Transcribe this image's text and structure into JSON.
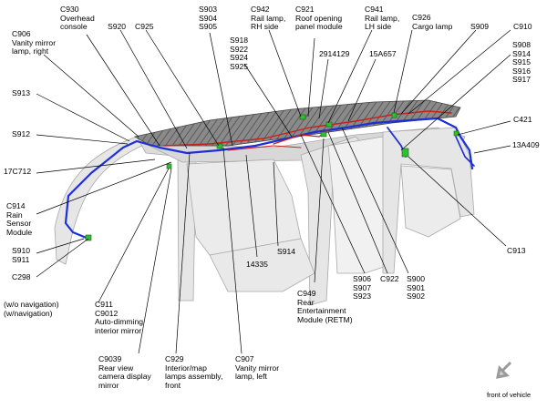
{
  "labels": {
    "c930": "C930\nOverhead\nconsole",
    "s920": "S920",
    "c925": "C925",
    "s903": "S903\nS904\nS905",
    "c942": "C942\nRail lamp,\nRH side",
    "c921": "C921\nRoof opening\npanel module",
    "c941": "C941\nRail lamp,\nLH side",
    "c926": "C926\nCargo lamp",
    "s909": "S909",
    "c910": "C910",
    "c906": "C906\nVanity mirror\nlamp, right",
    "s918": "S918\nS922\nS924\nS925",
    "p2914129": "2914129",
    "p15a657": "15A657",
    "s908": "S908\nS914\nS915\nS916\nS917",
    "s913": "S913",
    "s912": "S912",
    "c421": "C421",
    "p17c712": "17C712",
    "p13a409": "13A409",
    "c914": "C914\nRain\nSensor\nModule",
    "s910": "S910\nS911",
    "c298": "C298",
    "s914": "S914",
    "p14335": "14335",
    "c913": "C913",
    "s906": "S906\nS907\nS923",
    "c922": "C922",
    "s900": "S900\nS901\nS902",
    "c949": "C949\nRear\nEntertainment\nModule (RETM)",
    "nav": "(w/o navigation)\n(w/navigation)",
    "c911": "C911\nC9012\nAuto-dimming\ninterior mirror",
    "c9039": "C9039\nRear view\ncamera display\nmirror",
    "c929": "C929\nInterior/map\nlamps assembly,\nfront",
    "c907": "C907\nVanity mirror\nlamp, left",
    "front": "front of vehicle"
  },
  "colors": {
    "body_fill": "#e4e4e4",
    "body_line": "#a8a8a8",
    "roof_dark": "#6a6a6a",
    "harness_blue": "#1d2fd6",
    "harness_red": "#c8211d",
    "connector_green": "#2fbf2f",
    "leader": "#000000"
  },
  "icons": [
    "front-arrow-icon"
  ]
}
